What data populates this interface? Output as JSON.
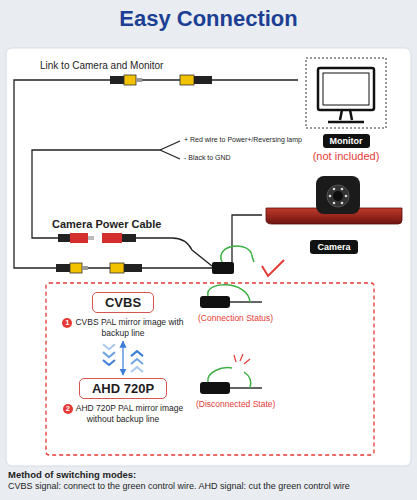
{
  "diagram": {
    "title": "Easy Connection",
    "nodes": [
      {
        "text": [
          "Monitor",
          "(not included)"
        ]
      },
      {
        "text": [
          "Camera"
        ]
      },
      {
        "text": [
          "CVBS",
          "CVBS PAL mirror image with backup line"
        ]
      },
      {
        "text": [
          "AHD 720P",
          "AHD 720P PAL mirror image without backup line"
        ]
      }
    ],
    "edges": [
      {
        "from": 1,
        "to": 0,
        "arrow": "none"
      },
      {
        "from": 2,
        "to": 3,
        "arrow": "both"
      }
    ],
    "labels": [
      "Link to Camera and Monitor",
      "+ Red wire to Power+/Reversing lamp",
      "- Black to GND",
      "Camera Power Cable",
      "1",
      "(Connection Status)",
      "2",
      "(Disconnected State)",
      "Method of switching modes:",
      "CVBS signal: connect to the green control wire. AHD signal: cut the green control wire"
    ]
  }
}
